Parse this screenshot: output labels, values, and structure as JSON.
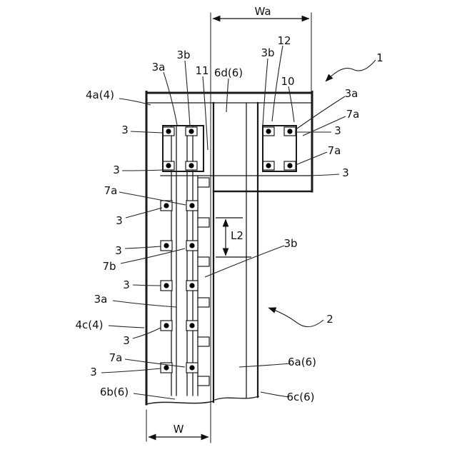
{
  "figure": {
    "dimension_labels": {
      "wa": "Wa",
      "w": "W",
      "l2": "L2"
    },
    "refs": {
      "n1": "1",
      "n2": "2",
      "n3": "3",
      "n3a": "3a",
      "n3b": "3b",
      "n4a4": "4a(4)",
      "n4c4": "4c(4)",
      "n6a6": "6a(6)",
      "n6b6": "6b(6)",
      "n6c6": "6c(6)",
      "n6d6": "6d(6)",
      "n7a": "7a",
      "n7b": "7b",
      "n10": "10",
      "n11": "11",
      "n12": "12"
    }
  }
}
